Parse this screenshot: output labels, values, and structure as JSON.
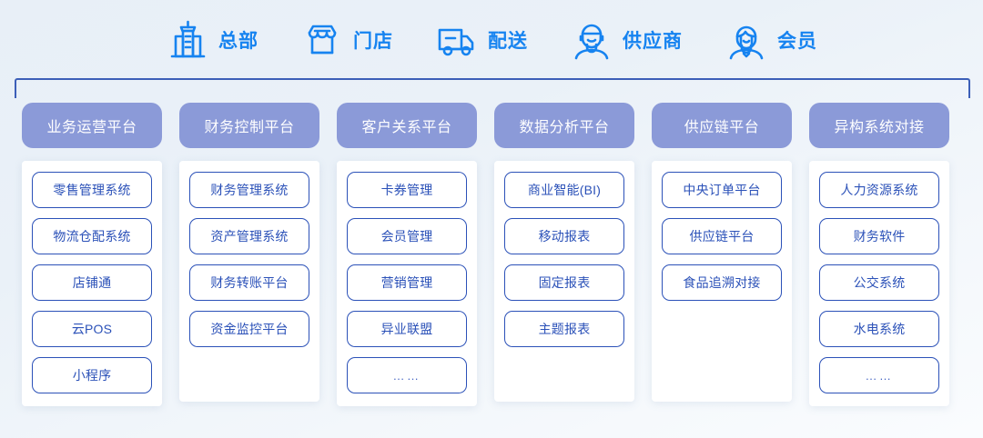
{
  "actors": [
    {
      "icon": "office-building-icon",
      "label": "总部"
    },
    {
      "icon": "storefront-icon",
      "label": "门店"
    },
    {
      "icon": "delivery-truck-icon",
      "label": "配送"
    },
    {
      "icon": "supplier-person-icon",
      "label": "供应商"
    },
    {
      "icon": "member-person-icon",
      "label": "会员"
    }
  ],
  "colors": {
    "actor_blue": "#1683f0",
    "bracket_blue": "#3c5fb8",
    "header_pill": "#8b9ad8",
    "item_border": "#2b51b8",
    "background": "#eaf1f8"
  },
  "columns": [
    {
      "header": "业务运营平台",
      "items": [
        "零售管理系统",
        "物流仓配系统",
        "店铺通",
        "云POS",
        "小程序"
      ]
    },
    {
      "header": "财务控制平台",
      "items": [
        "财务管理系统",
        "资产管理系统",
        "财务转账平台",
        "资金监控平台"
      ]
    },
    {
      "header": "客户关系平台",
      "items": [
        "卡券管理",
        "会员管理",
        "营销管理",
        "异业联盟",
        "……"
      ]
    },
    {
      "header": "数据分析平台",
      "items": [
        "商业智能(BI)",
        "移动报表",
        "固定报表",
        "主题报表"
      ]
    },
    {
      "header": "供应链平台",
      "items": [
        "中央订单平台",
        "供应链平台",
        "食品追溯对接"
      ]
    },
    {
      "header": "异构系统对接",
      "items": [
        "人力资源系统",
        "财务软件",
        "公交系统",
        "水电系统",
        "……"
      ]
    }
  ]
}
